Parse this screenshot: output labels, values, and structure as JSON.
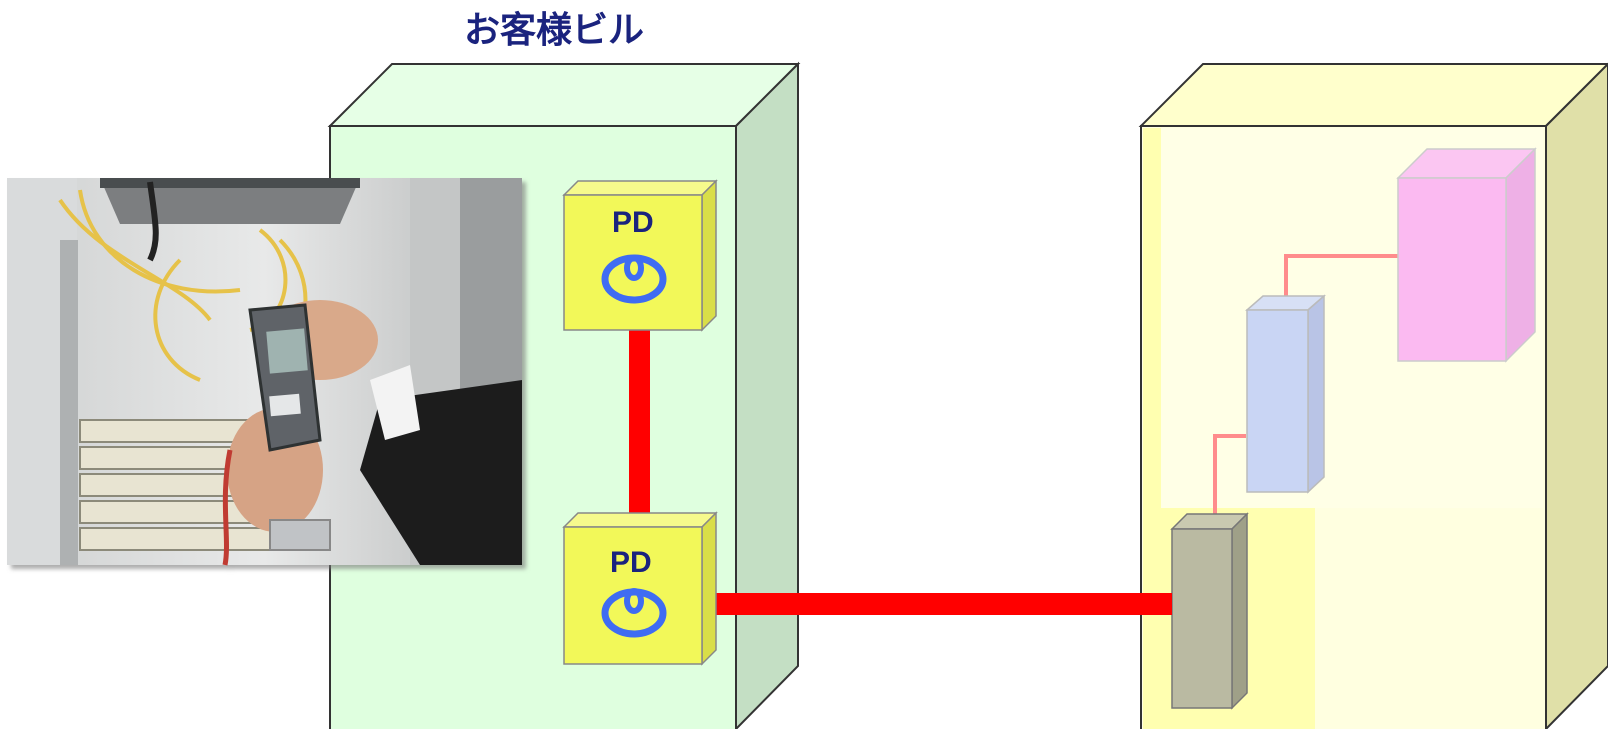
{
  "diagram": {
    "title": "お客様ビル",
    "pd_label": "PD",
    "photo_description_icon": "technician-testing-cable-photo"
  },
  "colors": {
    "customer_building": "#dfffdf",
    "remote_building": "#ffffd8",
    "pd_box": "#f2f859",
    "line": "#ff0000",
    "thin_line": "#ff8c8c",
    "title": "#1a237e",
    "pd_symbol": "#3f6cf2"
  }
}
